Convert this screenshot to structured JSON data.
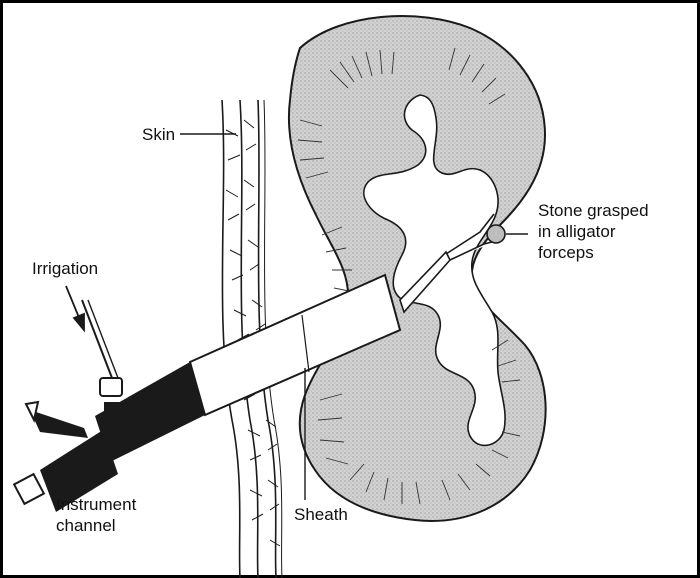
{
  "labels": {
    "skin": "Skin",
    "irrigation": "Irrigation",
    "stone": "Stone grasped\nin alligator\nforceps",
    "instrument_channel": "Instrument\nchannel",
    "sheath": "Sheath"
  },
  "colors": {
    "frame": "#000000",
    "ink": "#1a1a1a",
    "cortex": "#cfcfcf",
    "paper": "#ffffff"
  }
}
